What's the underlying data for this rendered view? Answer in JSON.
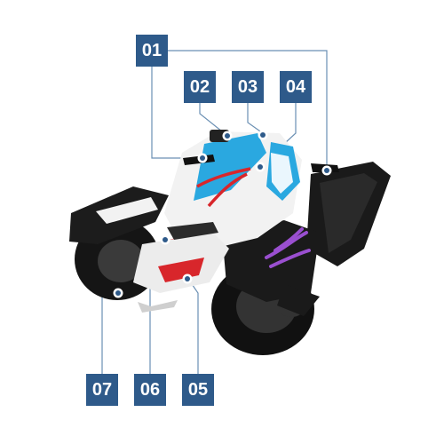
{
  "callouts": [
    {
      "id": "01",
      "label": "01"
    },
    {
      "id": "02",
      "label": "02"
    },
    {
      "id": "03",
      "label": "03"
    },
    {
      "id": "04",
      "label": "04"
    },
    {
      "id": "05",
      "label": "05"
    },
    {
      "id": "06",
      "label": "06"
    },
    {
      "id": "07",
      "label": "07"
    }
  ],
  "colors": {
    "callout_bg": "#2e5a8a",
    "leader_line": "#6a8fb3",
    "body_black": "#1a1a1a",
    "body_white": "#f2f2f2",
    "accent_cyan": "#2aa8e0",
    "accent_red": "#d8262b",
    "accent_purple": "#9a4fd0"
  },
  "icons": [
    "vehicle-illustration"
  ]
}
